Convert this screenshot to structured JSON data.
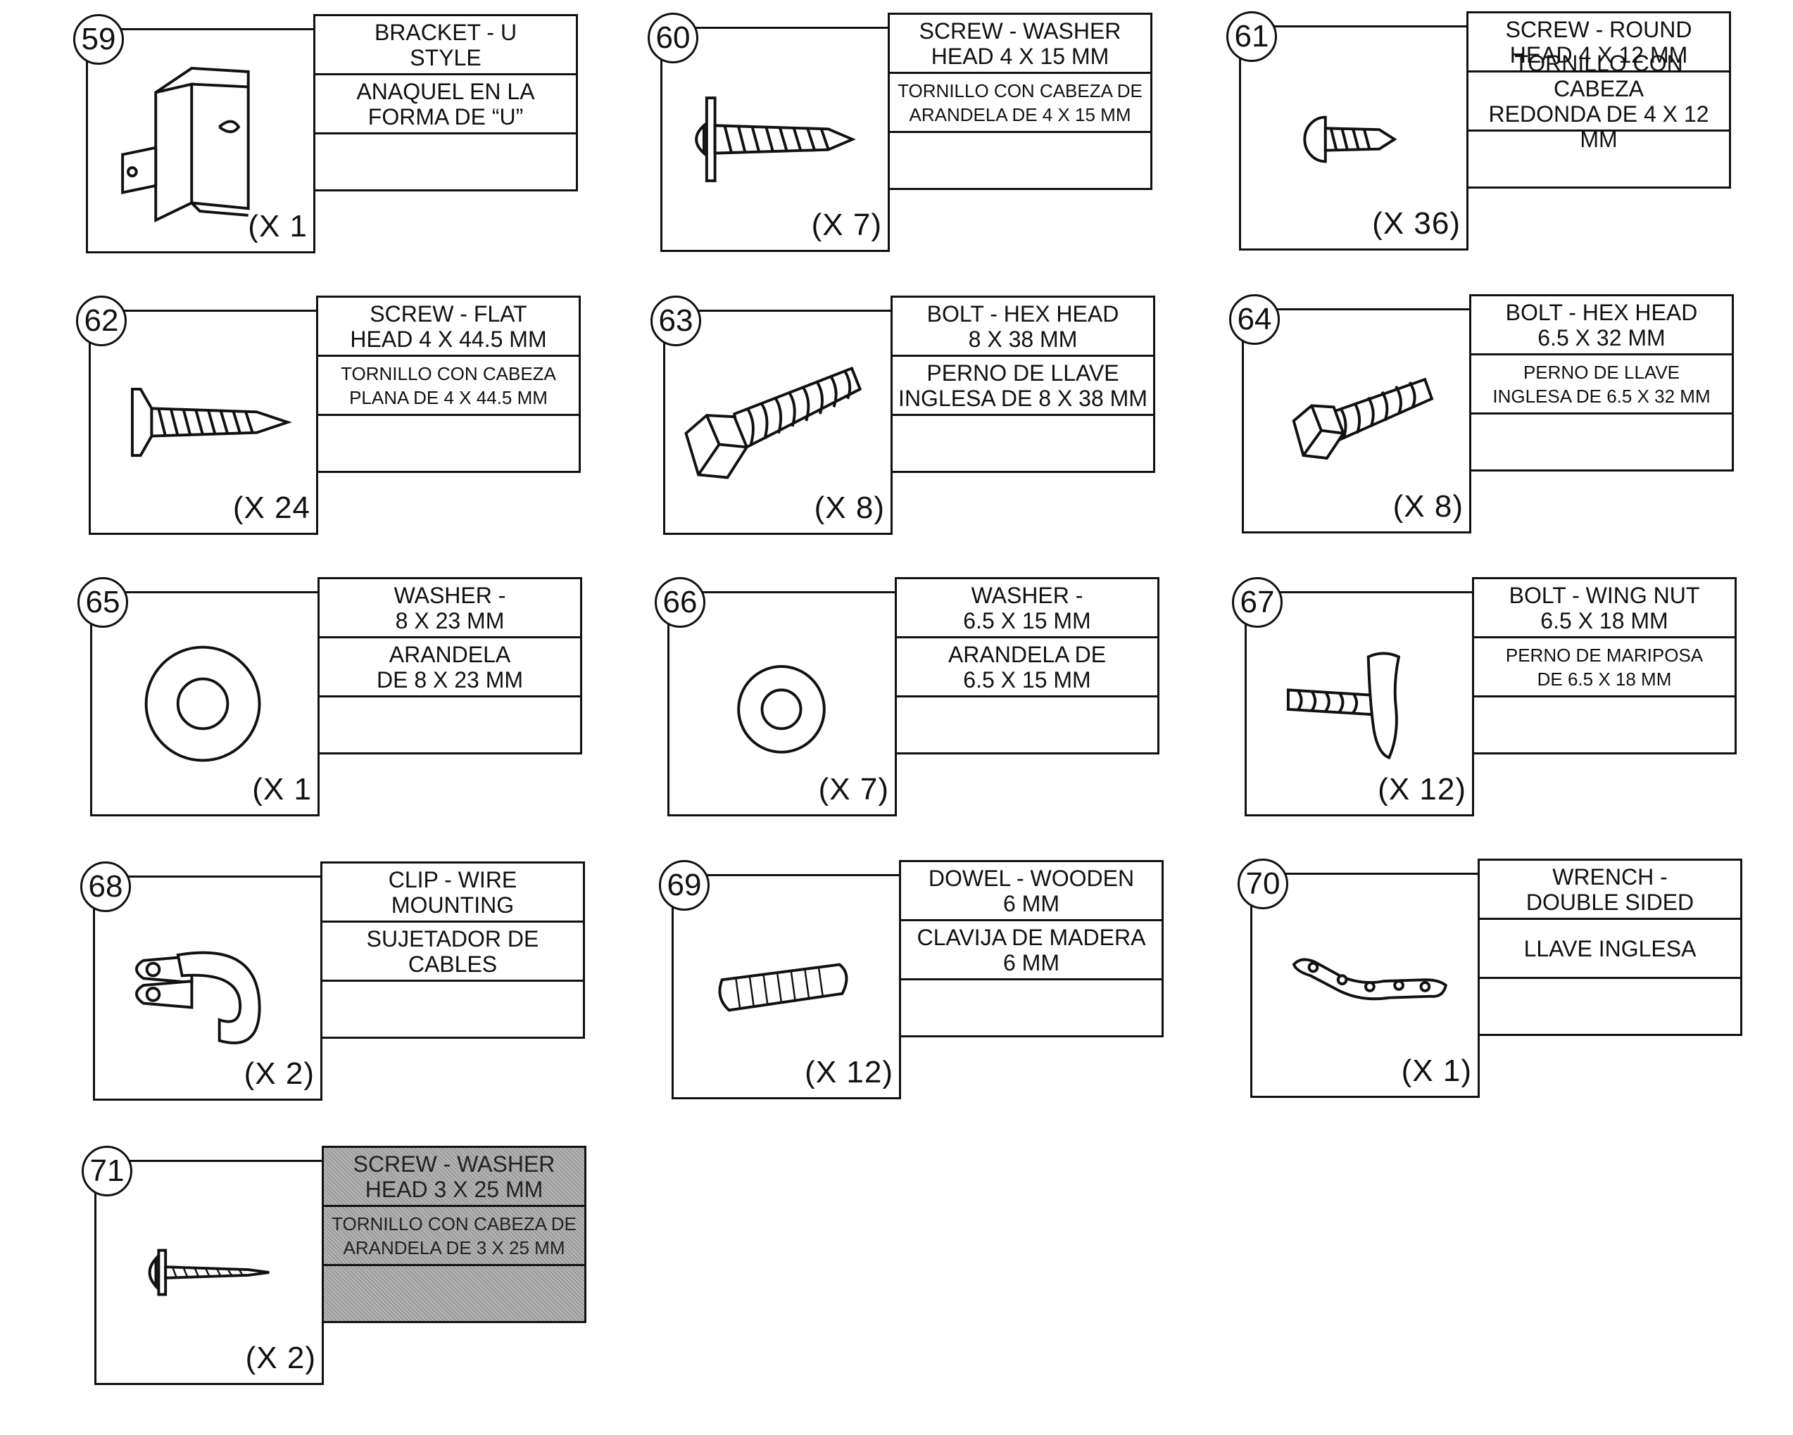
{
  "parts": [
    {
      "num": "59",
      "en": "BRACKET - U\nSTYLE",
      "es": "ANAQUEL EN LA\nFORMA DE “U”",
      "qty": "(X 1",
      "icon": "u-bracket-icon"
    },
    {
      "num": "60",
      "en": "SCREW - WASHER\nHEAD 4 X 15 MM",
      "es": "TORNILLO CON CABEZA DE\nARANDELA DE 4 X 15 MM",
      "qty": "(X 7)",
      "icon": "washer-head-screw-icon"
    },
    {
      "num": "61",
      "en": "SCREW - ROUND\nHEAD 4 X 12 MM",
      "es": "TORNILLO CON CABEZA\nREDONDA DE 4 X 12 MM",
      "qty": "(X 36)",
      "icon": "round-head-screw-icon"
    },
    {
      "num": "62",
      "en": "SCREW - FLAT\nHEAD 4 X 44.5 MM",
      "es": "TORNILLO CON CABEZA\nPLANA DE 4 X 44.5 MM",
      "qty": "(X 24",
      "icon": "flat-head-screw-icon"
    },
    {
      "num": "63",
      "en": "BOLT - HEX HEAD\n8 X 38 MM",
      "es": "PERNO DE LLAVE\nINGLESA DE 8 X 38 MM",
      "qty": "(X 8)",
      "icon": "hex-bolt-icon"
    },
    {
      "num": "64",
      "en": "BOLT - HEX HEAD\n6.5 X 32 MM",
      "es": "PERNO DE LLAVE\nINGLESA DE 6.5 X 32 MM",
      "qty": "(X 8)",
      "icon": "hex-bolt-short-icon"
    },
    {
      "num": "65",
      "en": "WASHER -\n8 X 23 MM",
      "es": "ARANDELA\nDE 8 X 23 MM",
      "qty": "(X 1",
      "icon": "washer-large-icon"
    },
    {
      "num": "66",
      "en": "WASHER -\n6.5 X 15 MM",
      "es": "ARANDELA DE\n6.5 X 15 MM",
      "qty": "(X 7)",
      "icon": "washer-small-icon"
    },
    {
      "num": "67",
      "en": "BOLT - WING NUT\n6.5 X 18 MM",
      "es": "PERNO DE MARIPOSA\nDE 6.5 X 18 MM",
      "qty": "(X 12)",
      "icon": "wing-bolt-icon"
    },
    {
      "num": "68",
      "en": "CLIP - WIRE\nMOUNTING",
      "es": "SUJETADOR DE\nCABLES",
      "qty": "(X 2)",
      "icon": "wire-clip-icon"
    },
    {
      "num": "69",
      "en": "DOWEL - WOODEN\n6 MM",
      "es": "CLAVIJA DE MADERA\n6 MM",
      "qty": "(X 12)",
      "icon": "wooden-dowel-icon"
    },
    {
      "num": "70",
      "en": "WRENCH -\nDOUBLE SIDED",
      "es": "LLAVE INGLESA",
      "qty": "(X 1)",
      "icon": "wrench-icon"
    },
    {
      "num": "71",
      "en": "SCREW - WASHER\nHEAD 3 X 25 MM",
      "es": "TORNILLO CON CABEZA DE\nARANDELA DE 3 X 25 MM",
      "qty": "(X 2)",
      "icon": "washer-head-screw-long-icon"
    }
  ]
}
